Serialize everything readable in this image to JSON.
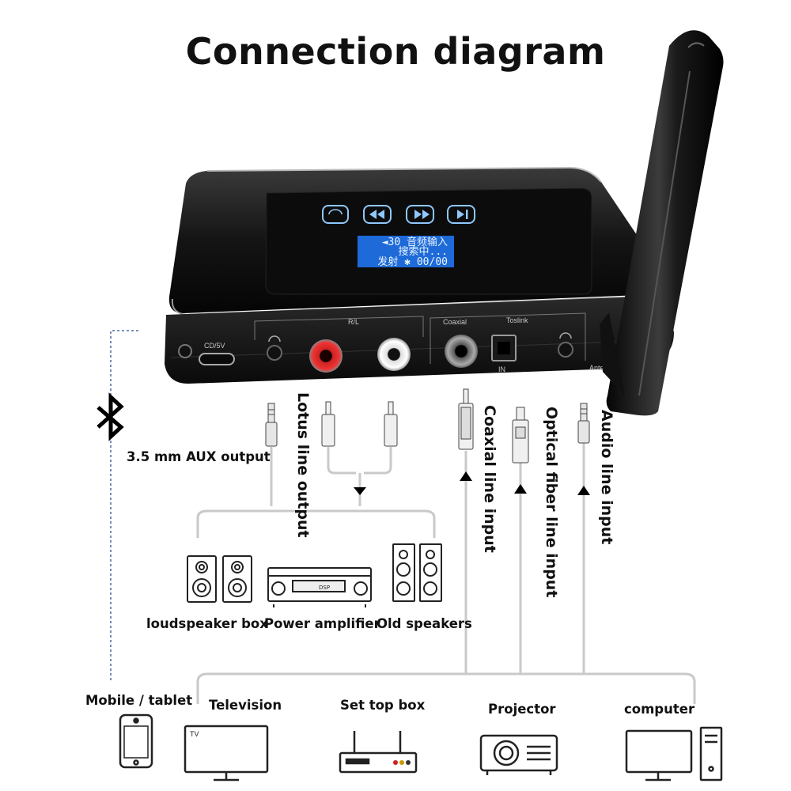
{
  "title": "Connection diagram",
  "device": {
    "screen_line1": "◄30  音频输入",
    "screen_line2": "搜索中...",
    "screen_line3": "发射  ✱  00/00",
    "port_cd": "CD/5V",
    "port_rl": "R/L",
    "port_coaxial": "Coaxial",
    "port_toslink": "Toslink",
    "port_in": "IN",
    "port_ante": "Ante"
  },
  "labels": {
    "aux_output": "3.5 mm AUX output",
    "lotus_output": "Lotus line output",
    "coaxial_input": "Coaxial line input",
    "optical_input": "Optical fiber line input",
    "audio_input": "Audio line input"
  },
  "outputs": [
    "loudspeaker box",
    "Power amplifier",
    "Old speakers"
  ],
  "sources": [
    "Mobile / tablet",
    "Television",
    "Set top box",
    "Projector",
    "computer"
  ],
  "tv_badge": "TV",
  "amp_display": "DSP"
}
